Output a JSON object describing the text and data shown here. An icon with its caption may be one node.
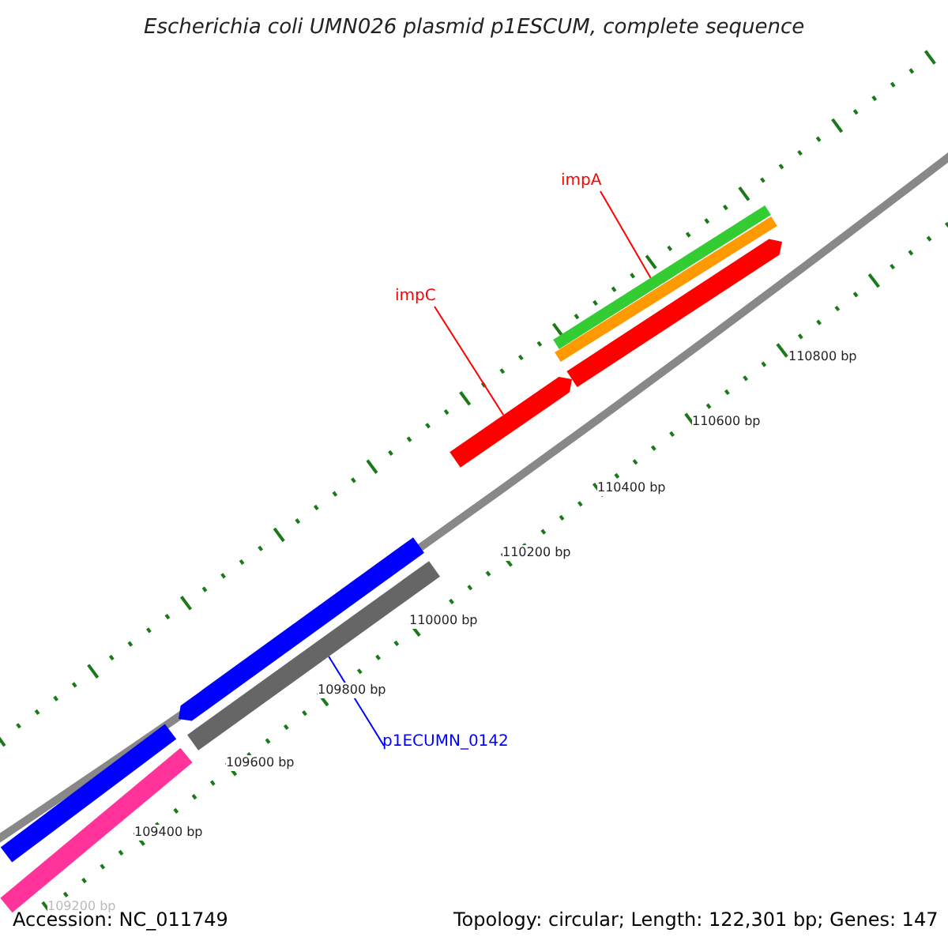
{
  "diagram": {
    "title": "Escherichia coli UMN026 plasmid p1ESCUM, complete sequence",
    "nodes": [
      {
        "text": [
          "impA"
        ]
      },
      {
        "text": [
          "impC"
        ]
      },
      {
        "text": [
          "p1ECUMN_0142"
        ]
      },
      {
        "text": [],
        "shape": "bar"
      },
      {
        "text": [],
        "shape": "bar"
      },
      {
        "text": [],
        "shape": "bar"
      },
      {
        "text": [],
        "shape": "bar"
      },
      {
        "text": [],
        "shape": "bar"
      },
      {
        "text": [],
        "shape": "bar"
      },
      {
        "text": [],
        "shape": "bar"
      },
      {
        "text": [],
        "shape": "bar"
      }
    ],
    "edges": [
      {
        "from": 0,
        "to": 3,
        "arrow": "none"
      },
      {
        "from": 1,
        "to": 4,
        "arrow": "none"
      },
      {
        "from": 2,
        "to": 5,
        "arrow": "none",
        "color": "#0000ff"
      }
    ],
    "labels": [
      "110800 bp",
      "110600 bp",
      "110400 bp",
      "110200 bp",
      "110000 bp",
      "109800 bp",
      "109600 bp",
      "109400 bp",
      "109200 bp",
      "Accession: NC_011749",
      "Topology: circular; Length: 122,301 bp; Genes: 147"
    ]
  }
}
